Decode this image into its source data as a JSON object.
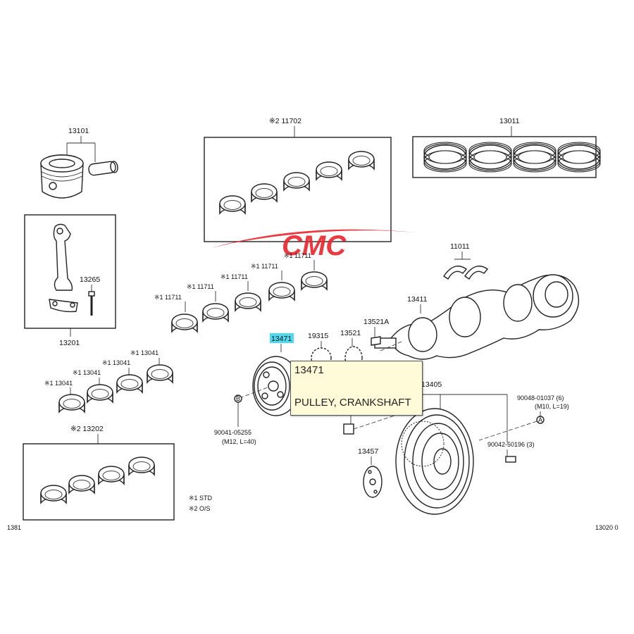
{
  "labels": {
    "piston": "13101",
    "conrod_assy": "13201",
    "conrod_bolt": "13265",
    "main_bearing_set": "※2 11702",
    "ring_set": "13011",
    "thrust_washer": "11011",
    "crankshaft": "13411",
    "bearing_a": "※1 11711",
    "bearing_b": "※1 11711",
    "bearing_c": "※1 11711",
    "bearing_d": "※1 11711",
    "bearing_e": "※1 11711",
    "rod_bearing_a": "※1 13041",
    "rod_bearing_b": "※1 13041",
    "rod_bearing_c": "※1 13041",
    "rod_bearing_d": "※1 13041",
    "rod_bearing_set": "※2 13202",
    "timing_pulley": "13471",
    "sprocket_19315": "19315",
    "gear_13521": "13521",
    "key_13521a": "13521A",
    "damper_13405": "13405",
    "plate_13457": "13457",
    "bolt_90041": "90041-05255",
    "bolt_90041_spec": "(M12, L=40)",
    "bolt_90048": "90048-01037 (6)",
    "bolt_90048_spec": "(M10, L=19)",
    "pin_90042": "90042-50196 (3)",
    "partial_left": "13471",
    "std_note": "※1 STD",
    "os_note": "※2 O/S",
    "corner_left": "1381",
    "corner_right": "13020 0",
    "ref_a": "A",
    "ref_b": "B"
  },
  "tooltip": {
    "part_number": "13471",
    "part_name": "PULLEY, CRANKSHAFT"
  },
  "watermark": {
    "text": "CMC",
    "color": "#e8242c"
  },
  "highlight_color": "#4fd9ef"
}
